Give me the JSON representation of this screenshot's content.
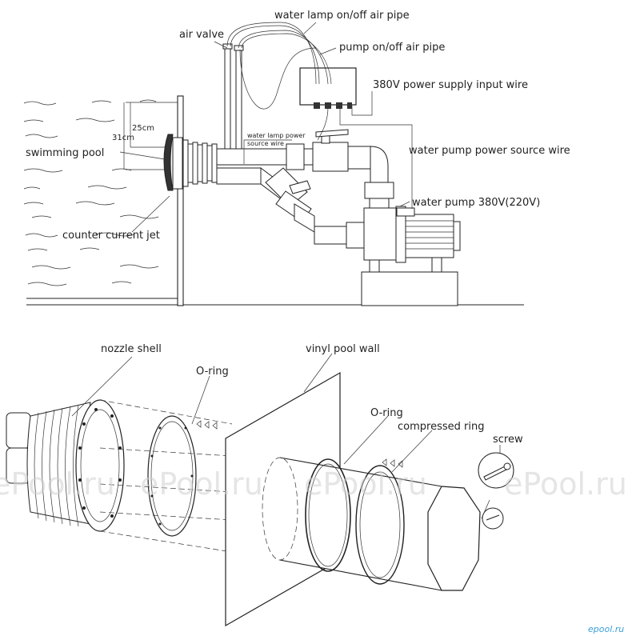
{
  "top_diagram": {
    "labels": {
      "water_lamp_air_pipe": "water lamp on/off air pipe",
      "air_valve": "air valve",
      "pump_air_pipe": "pump on/off air pipe",
      "power_input": "380V power supply input wire",
      "lamp_power_source": [
        "water lamp power",
        "source wire"
      ],
      "pump_power_source": "water pump power source wire",
      "swimming_pool": "swimming pool",
      "water_pump": "water pump 380V(220V)",
      "counter_current_jet": "counter current jet",
      "dim_25": "25cm",
      "dim_31": "31cm"
    }
  },
  "bottom_diagram": {
    "labels": {
      "nozzle_shell": "nozzle shell",
      "o_ring_1": "O-ring",
      "vinyl_pool_wall": "vinyl pool wall",
      "o_ring_2": "O-ring",
      "compressed_ring": "compressed ring",
      "screw": "screw"
    }
  },
  "watermark": "ePool.ru",
  "logo": "epool.ru"
}
